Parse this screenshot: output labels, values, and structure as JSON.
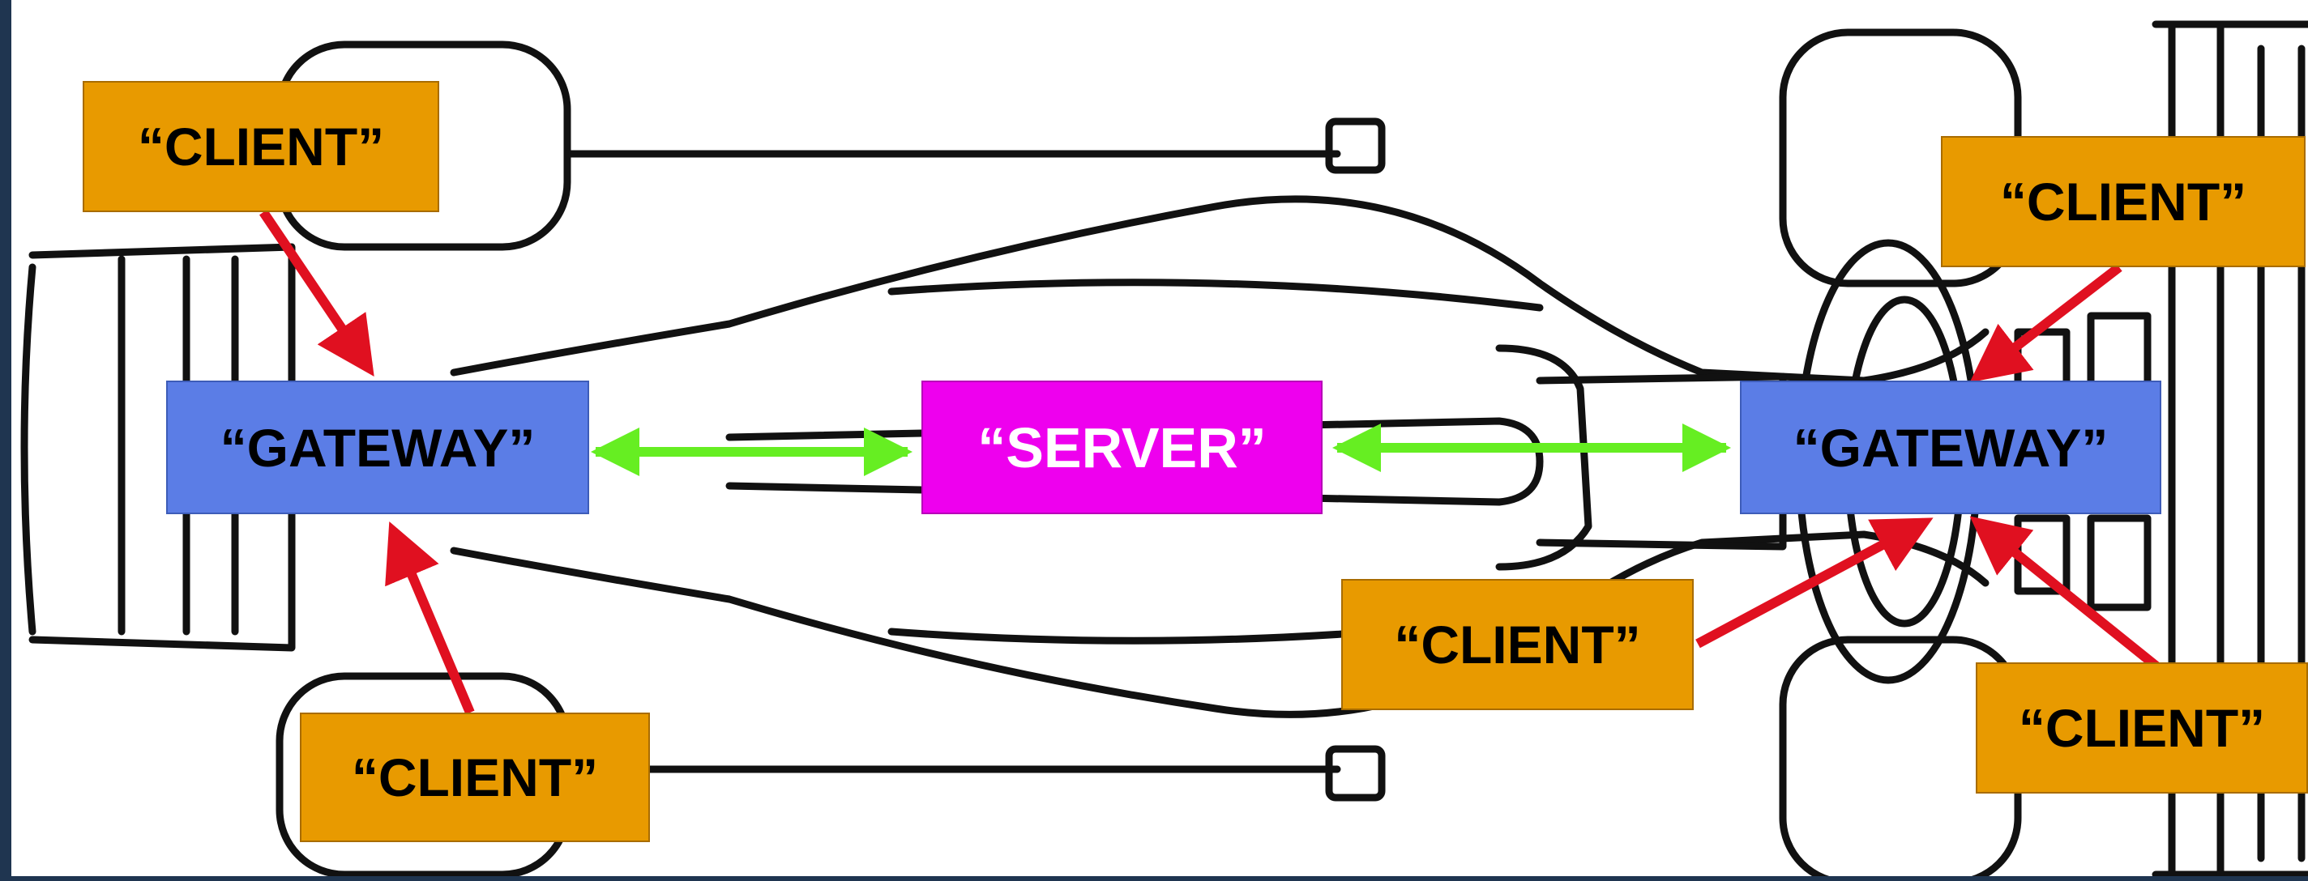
{
  "diagram": {
    "nodes": {
      "client_top_left": "“CLIENT”",
      "client_bottom_left": "“CLIENT”",
      "gateway_left": "“GATEWAY”",
      "server": "“SERVER”",
      "gateway_right": "“GATEWAY”",
      "client_top_right": "“CLIENT”",
      "client_mid_right": "“CLIENT”",
      "client_bottom_right": "“CLIENT”"
    },
    "edges": [
      {
        "from": "client_top_left",
        "to": "gateway_left",
        "style": "red-arrow"
      },
      {
        "from": "client_bottom_left",
        "to": "gateway_left",
        "style": "red-arrow"
      },
      {
        "from": "gateway_left",
        "to": "server",
        "style": "green-double-arrow"
      },
      {
        "from": "server",
        "to": "gateway_right",
        "style": "green-double-arrow"
      },
      {
        "from": "client_top_right",
        "to": "gateway_right",
        "style": "red-arrow"
      },
      {
        "from": "client_mid_right",
        "to": "gateway_right",
        "style": "red-arrow"
      },
      {
        "from": "client_bottom_right",
        "to": "gateway_right",
        "style": "red-arrow"
      }
    ],
    "colors": {
      "client": "#e89a00",
      "gateway": "#5b7de6",
      "server": "#ee00ee",
      "client_arrow": "#e01020",
      "server_arrow": "#66ee22",
      "car_outline": "#111111"
    },
    "background_graphic": "race-car-top-view-outline"
  }
}
